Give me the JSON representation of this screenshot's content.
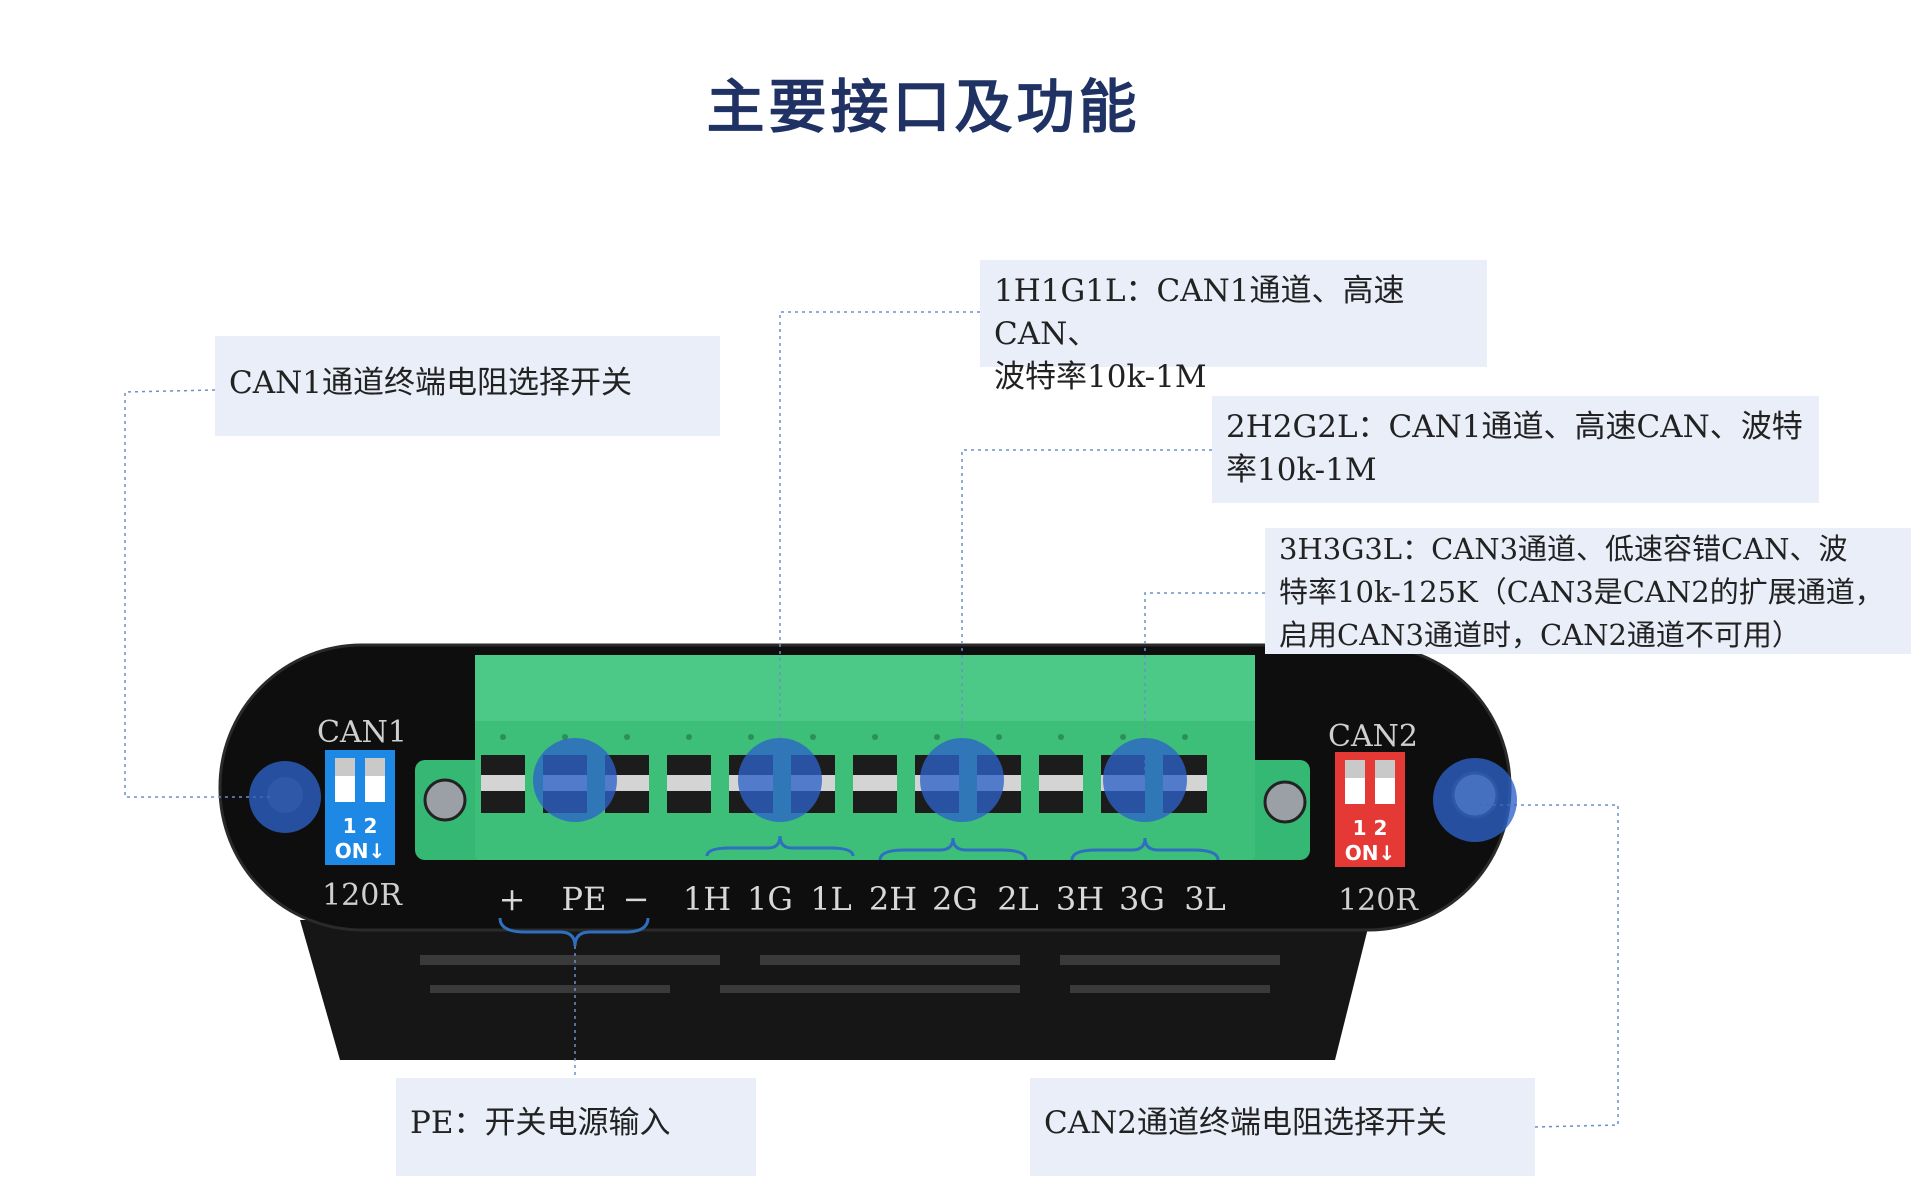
{
  "title": "主要接口及功能",
  "callouts": {
    "can1_switch": "CAN1通道终端电阻选择开关",
    "ch1": {
      "line1": "1H1G1L：CAN1通道、高速CAN、",
      "line2": "波特率10k-1M"
    },
    "ch2": {
      "line1": "2H2G2L：CAN1通道、高速CAN、波特",
      "line2": "率10k-1M"
    },
    "ch3": {
      "line1": "3H3G3L：CAN3通道、低速容错CAN、波",
      "line2": "特率10k-125K（CAN3是CAN2的扩展通道，",
      "line3": "启用CAN3通道时，CAN2通道不可用）"
    },
    "pe": "PE：开关电源输入",
    "can2_switch": "CAN2通道终端电阻选择开关"
  },
  "device": {
    "dip_left": {
      "label": "CAN1",
      "nums": "1 2",
      "on": "ON↓",
      "resistor": "120R",
      "color": "#1e88e5"
    },
    "dip_right": {
      "label": "CAN2",
      "nums": "1 2",
      "on": "ON↓",
      "resistor": "120R",
      "color": "#e53935"
    },
    "pins": [
      "+",
      "PE",
      "−",
      "1H",
      "1G",
      "1L",
      "2H",
      "2G",
      "2L",
      "3H",
      "3G",
      "3L"
    ],
    "terminal_color": "#3dbf7a",
    "body_color": "#0f0f0f"
  }
}
